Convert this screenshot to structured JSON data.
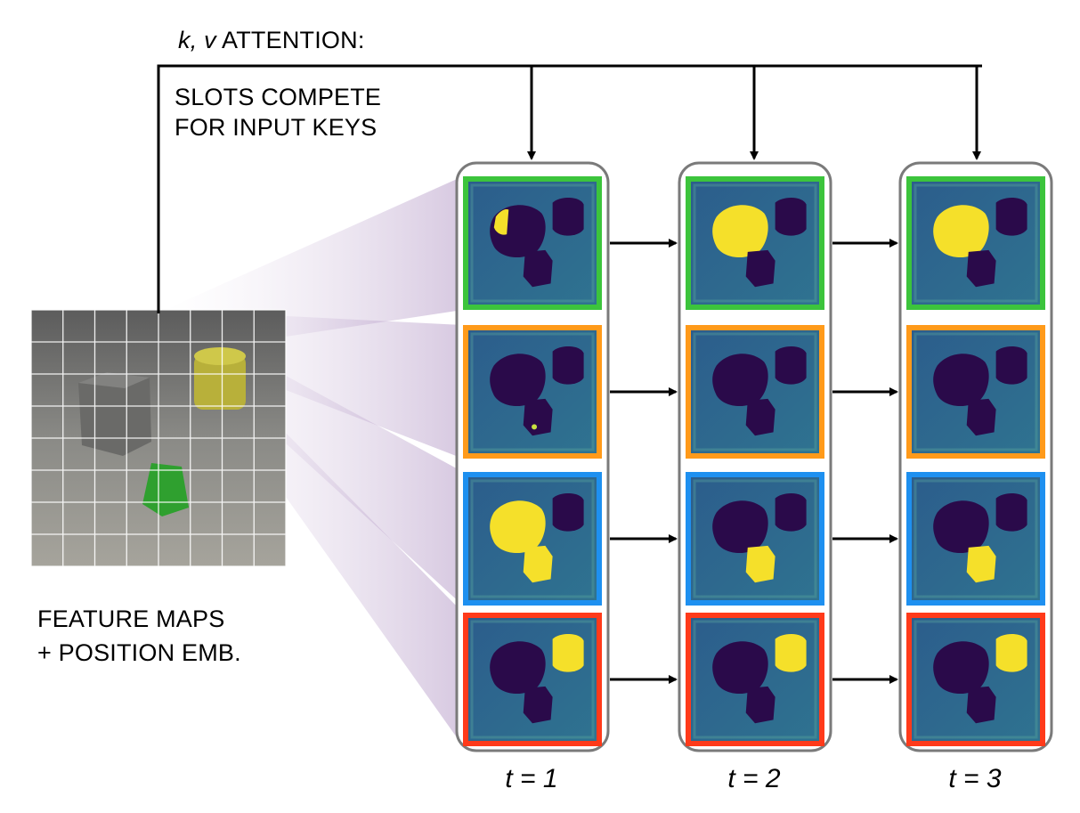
{
  "attention_label": {
    "kv": "k, v",
    "attention": "ATTENTION:"
  },
  "compete_label": {
    "line1": "SLOTS COMPETE",
    "line2": "FOR INPUT KEYS"
  },
  "feature_label": {
    "line1": "FEATURE MAPS",
    "line2": "+ POSITION EMB."
  },
  "iterations": [
    {
      "label": "t = 1"
    },
    {
      "label": "t = 2"
    },
    {
      "label": "t = 3"
    }
  ],
  "slot_colors": [
    "#3cc43c",
    "#ff9a1a",
    "#1e90f0",
    "#ff3a1a"
  ],
  "mask_colors": {
    "background": "#2d6a90",
    "object_dark": "#2a0a4a",
    "attended": "#f5e02a",
    "edge": "#5fb0a0"
  },
  "masks": [
    [
      {
        "yellow": [
          "sphere_partial"
        ]
      },
      {
        "yellow": [
          "cube_speck"
        ]
      },
      {
        "yellow": [
          "sphere",
          "cube"
        ]
      },
      {
        "yellow": [
          "cylinder"
        ]
      }
    ],
    [
      {
        "yellow": [
          "sphere"
        ]
      },
      {
        "yellow": []
      },
      {
        "yellow": [
          "cube"
        ]
      },
      {
        "yellow": [
          "cylinder"
        ]
      }
    ],
    [
      {
        "yellow": [
          "sphere"
        ]
      },
      {
        "yellow": []
      },
      {
        "yellow": [
          "cube"
        ]
      },
      {
        "yellow": [
          "cylinder"
        ]
      }
    ]
  ]
}
